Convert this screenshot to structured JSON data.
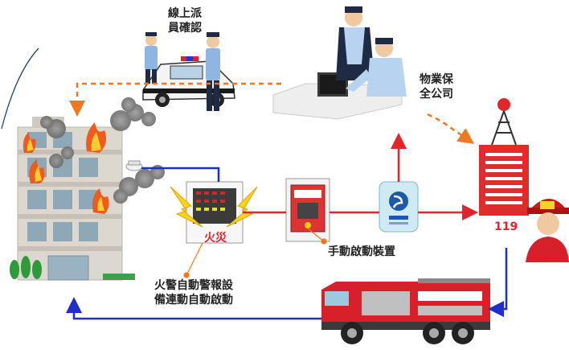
{
  "labels": {
    "police_confirm": "線上派\n員確認",
    "security_company": "物業保\n全公司",
    "manual_device": "手動啟動裝置",
    "fire_alarm": "火警自動警報設\n備連動自動啟動",
    "fire_sign": "火災",
    "number_119": "119"
  },
  "colors": {
    "orange_flow": "#f07820",
    "red_flow": "#e3242b",
    "blue_flow": "#1f2fc8",
    "truck_red": "#d8202a",
    "station_red": "#e22b2b",
    "building": "#dcd7cf"
  },
  "icons": [
    "police-car-icon",
    "police-officer-icon",
    "dispatcher-icon",
    "burning-building-icon",
    "smoke-detector-icon",
    "alarm-panel-icon",
    "manual-switch-icon",
    "communicator-icon",
    "fire-station-icon",
    "firefighter-icon",
    "fire-truck-icon"
  ]
}
